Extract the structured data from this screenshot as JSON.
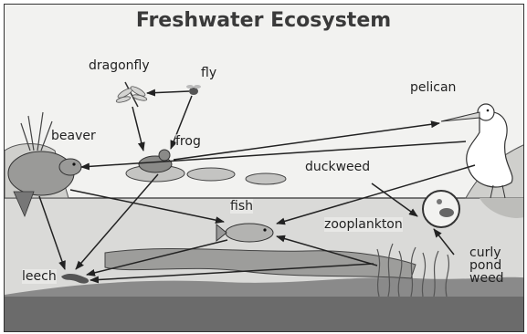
{
  "title": "Freshwater Ecosystem",
  "organisms": {
    "dragonfly": "dragonfly",
    "fly": "fly",
    "pelican": "pelican",
    "beaver": "beaver",
    "frog": "frog",
    "duckweed": "duckweed",
    "fish": "fish",
    "zooplankton": "zooplankton",
    "leech": "leech",
    "curly_pond_weed": [
      "curly",
      "pond",
      "weed"
    ]
  },
  "food_web_arrows": [
    {
      "from": "fly",
      "to": "dragonfly"
    },
    {
      "from": "fly",
      "to": "frog"
    },
    {
      "from": "dragonfly",
      "to": "frog"
    },
    {
      "from": "frog",
      "to": "pelican"
    },
    {
      "from": "pelican",
      "to": "beaver"
    },
    {
      "from": "pelican",
      "to": "fish"
    },
    {
      "from": "beaver",
      "to": "fish"
    },
    {
      "from": "beaver",
      "to": "leech"
    },
    {
      "from": "frog",
      "to": "leech"
    },
    {
      "from": "fish",
      "to": "leech"
    },
    {
      "from": "curly_pond_weed",
      "to": "leech"
    },
    {
      "from": "curly_pond_weed",
      "to": "fish"
    },
    {
      "from": "duckweed",
      "to": "zooplankton"
    },
    {
      "from": "curly_pond_weed",
      "to": "zooplankton"
    }
  ],
  "colors": {
    "sky": "#ececea",
    "water": "#dcdcda",
    "mud": "#6e6e6e",
    "line": "#222222"
  }
}
